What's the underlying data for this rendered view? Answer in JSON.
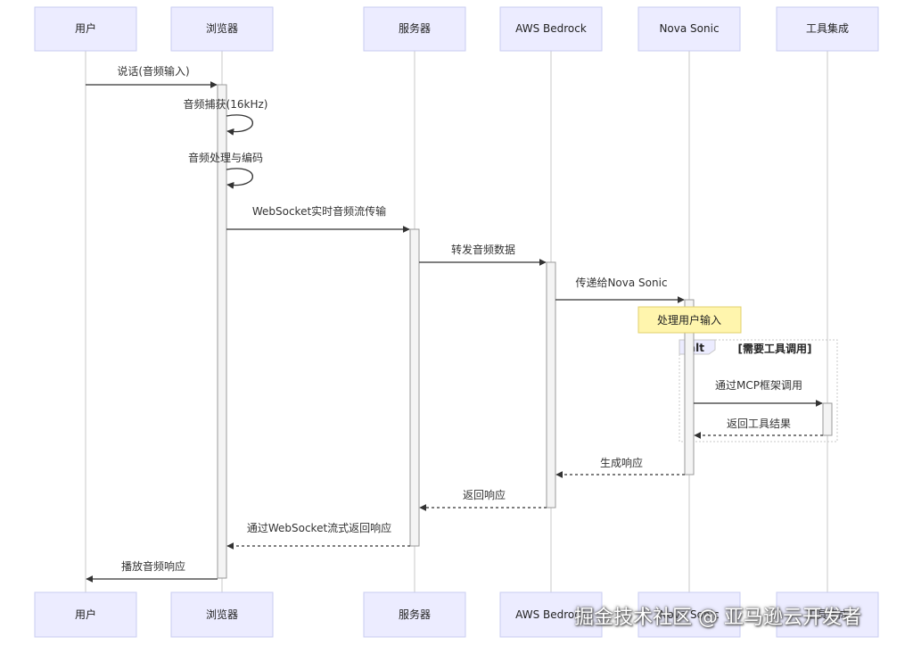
{
  "participants": [
    {
      "id": "user",
      "label": "用户"
    },
    {
      "id": "browser",
      "label": "浏览器"
    },
    {
      "id": "server",
      "label": "服务器"
    },
    {
      "id": "bedrock",
      "label": "AWS Bedrock"
    },
    {
      "id": "nova",
      "label": "Nova Sonic"
    },
    {
      "id": "tools",
      "label": "工具集成"
    }
  ],
  "messages": [
    {
      "from": "user",
      "to": "browser",
      "text": "说话(音频输入)",
      "style": "solid"
    },
    {
      "from": "browser",
      "to": "browser",
      "text": "音频捕获(16kHz)",
      "style": "self"
    },
    {
      "from": "browser",
      "to": "browser",
      "text": "音频处理与编码",
      "style": "self"
    },
    {
      "from": "browser",
      "to": "server",
      "text": "WebSocket实时音频流传输",
      "style": "solid"
    },
    {
      "from": "server",
      "to": "bedrock",
      "text": "转发音频数据",
      "style": "solid"
    },
    {
      "from": "bedrock",
      "to": "nova",
      "text": "传递给Nova Sonic",
      "style": "solid"
    },
    {
      "from": "nova",
      "to": "tools",
      "text": "通过MCP框架调用",
      "style": "solid"
    },
    {
      "from": "tools",
      "to": "nova",
      "text": "返回工具结果",
      "style": "dashed"
    },
    {
      "from": "nova",
      "to": "bedrock",
      "text": "生成响应",
      "style": "dashed"
    },
    {
      "from": "bedrock",
      "to": "server",
      "text": "返回响应",
      "style": "dashed"
    },
    {
      "from": "server",
      "to": "browser",
      "text": "通过WebSocket流式返回响应",
      "style": "dashed"
    },
    {
      "from": "browser",
      "to": "user",
      "text": "播放音频响应",
      "style": "solid"
    }
  ],
  "note": {
    "over": "nova",
    "text": "处理用户输入"
  },
  "alt": {
    "label": "alt",
    "condition": "[需要工具调用]"
  },
  "watermark": "掘金技术社区 @ 亚马逊云开发者"
}
